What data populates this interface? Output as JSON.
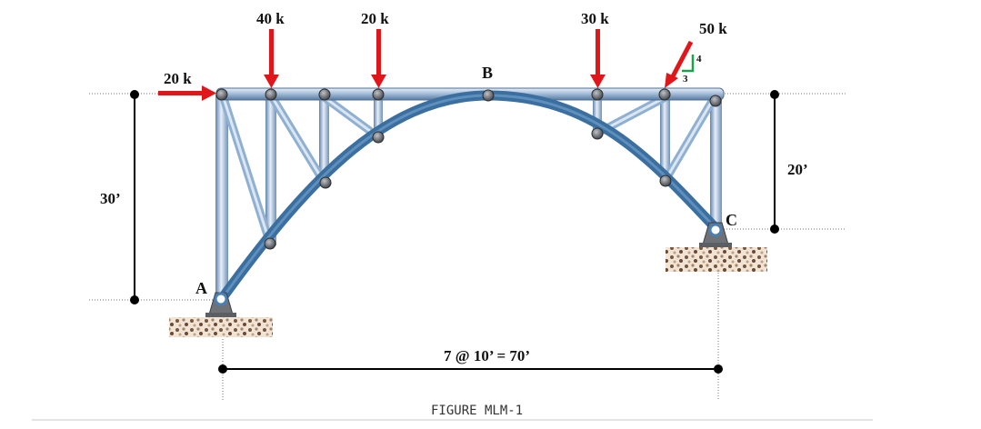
{
  "figure": {
    "caption": "FIGURE MLM-1",
    "joints": {
      "a": "A",
      "b": "B",
      "c": "C"
    },
    "dimensions": {
      "left_height": "30’",
      "right_height": "20’",
      "span": "7 @ 10’ = 70’"
    },
    "loads": [
      {
        "label": "20 k",
        "direction": "horizontal-right",
        "at": "A-top"
      },
      {
        "label": "40 k",
        "direction": "down",
        "at": "panel-1"
      },
      {
        "label": "20 k",
        "direction": "down",
        "at": "panel-3"
      },
      {
        "label": "30 k",
        "direction": "down",
        "at": "panel-5"
      },
      {
        "label": "50 k",
        "direction": "inclined",
        "at": "panel-6"
      }
    ],
    "slope": {
      "rise": "4",
      "run": "3"
    },
    "colors": {
      "load_arrow": "#e0161b",
      "arch": "#3a6fa0",
      "truss_member": "#8fb0d0",
      "slope_triangle": "#1aa34a",
      "ground": "#8a6a50"
    }
  }
}
